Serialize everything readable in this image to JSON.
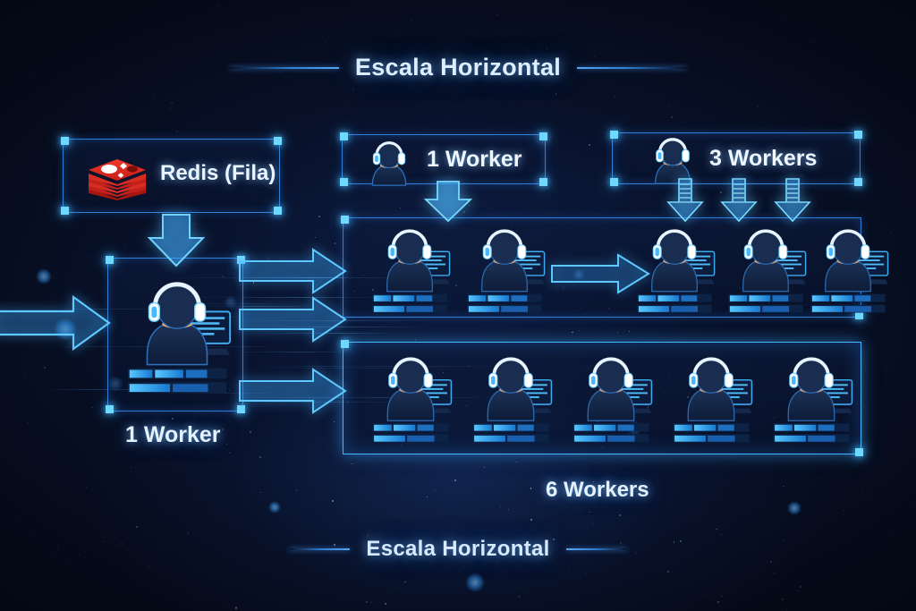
{
  "header": {
    "title": "Escala Horizontal"
  },
  "footer": {
    "caption": "Escala Horizontal"
  },
  "colors": {
    "background_dark": "#050a18",
    "background_glow": "#121c3a",
    "accent_cyan": "#46b6ff",
    "border_blue": "#2f7fd8",
    "text": "#e4f2ff",
    "redis_red": "#d62c21",
    "skin_orange": "#f0a868"
  },
  "nodes": {
    "queue": {
      "label": "Redis (Fila)",
      "icon": "redis-logo-icon"
    },
    "single_worker": {
      "label": "1 Worker",
      "icon": "worker-headset-icon"
    },
    "legend_one": {
      "label": "1 Worker",
      "icon": "worker-headset-icon"
    },
    "legend_three": {
      "label": "3 Workers",
      "icon": "worker-headset-icon"
    },
    "bottom_cluster": {
      "label": "6 Workers"
    }
  },
  "clusters": {
    "middle_row": {
      "worker_count": 5,
      "label": ""
    },
    "bottom_row": {
      "worker_count": 5,
      "label": "6 Workers"
    }
  },
  "arrows": {
    "inbound_left": "inbound-request-arrow",
    "queue_to_worker": "queue-to-worker-arrow",
    "worker_to_rows": "worker-to-cluster-arrow",
    "legend_one_down": "scale-one-arrow",
    "legend_three_down": "scale-three-arrow",
    "middle_internal": "middle-row-flow-arrow"
  }
}
